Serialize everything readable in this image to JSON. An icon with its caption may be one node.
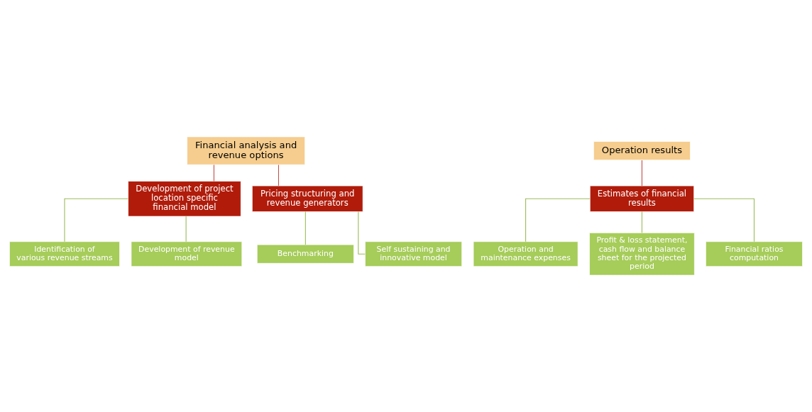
{
  "diagram": {
    "nodes": [
      {
        "text": [
          "Financial analysis and revenue options"
        ]
      },
      {
        "text": [
          "Operation results"
        ]
      },
      {
        "text": [
          "Development of project location specific financial model"
        ]
      },
      {
        "text": [
          "Pricing structuring and revenue generators"
        ]
      },
      {
        "text": [
          "Estimates of financial results"
        ]
      },
      {
        "text": [
          "Identification of various revenue streams"
        ]
      },
      {
        "text": [
          "Development of revenue model"
        ]
      },
      {
        "text": [
          "Benchmarking"
        ]
      },
      {
        "text": [
          "Self sustaining and innovative model"
        ]
      },
      {
        "text": [
          "Operation and maintenance expenses"
        ]
      },
      {
        "text": [
          "Profit & loss statement, cash flow and balance sheet for the projected period"
        ]
      },
      {
        "text": [
          "Financial ratios computation"
        ]
      }
    ],
    "edges": [
      {
        "from": 0,
        "to": 2,
        "arrow": "none",
        "color": "#c0504d"
      },
      {
        "from": 0,
        "to": 3,
        "arrow": "none",
        "color": "#c0504d"
      },
      {
        "from": 1,
        "to": 4,
        "arrow": "none",
        "color": "#c0504d"
      },
      {
        "from": 2,
        "to": 5,
        "arrow": "none"
      },
      {
        "from": 2,
        "to": 6,
        "arrow": "none"
      },
      {
        "from": 3,
        "to": 7,
        "arrow": "none"
      },
      {
        "from": 3,
        "to": 8,
        "arrow": "none"
      },
      {
        "from": 4,
        "to": 9,
        "arrow": "none"
      },
      {
        "from": 4,
        "to": 10,
        "arrow": "none"
      },
      {
        "from": 4,
        "to": 11,
        "arrow": "none"
      }
    ]
  }
}
